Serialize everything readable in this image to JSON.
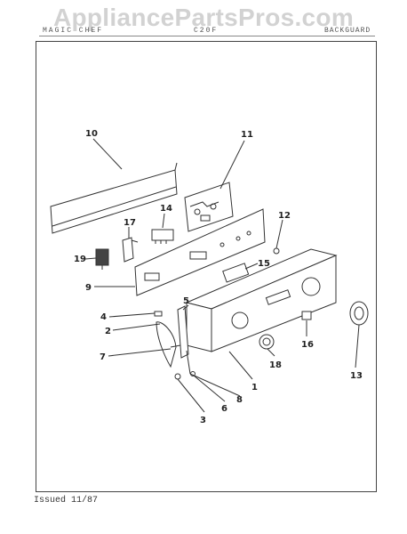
{
  "watermark": "AppliancePartsPros.com",
  "header": {
    "left": "MAGIC CHEF",
    "middle": "C20F",
    "right": "BACKGUARD"
  },
  "footer": "Issued 11/87",
  "labels": {
    "l1": "1",
    "l2": "2",
    "l3": "3",
    "l4": "4",
    "l5": "5",
    "l6": "6",
    "l7": "7",
    "l8": "8",
    "l9": "9",
    "l10": "10",
    "l11": "11",
    "l12": "12",
    "l13": "13",
    "l14": "14",
    "l15": "15",
    "l16": "16",
    "l17": "17",
    "l18": "18",
    "l19": "19"
  }
}
